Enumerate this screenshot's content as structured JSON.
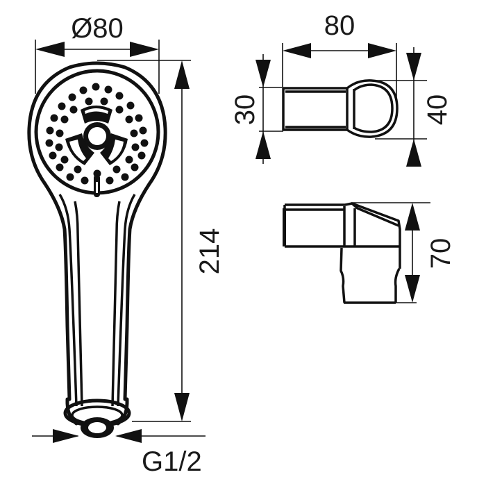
{
  "drawing": {
    "title": "Hand shower and wall holder dimension drawing",
    "colors": {
      "line": "#111111",
      "background": "#ffffff"
    },
    "hand_shower": {
      "head_diameter_label": "Ø80",
      "length_label": "214",
      "connection_label": "G1/2"
    },
    "holder_top_view": {
      "width_label": "80",
      "left_height_label": "30",
      "right_height_label": "40"
    },
    "holder_side_view": {
      "height_label": "70"
    }
  }
}
